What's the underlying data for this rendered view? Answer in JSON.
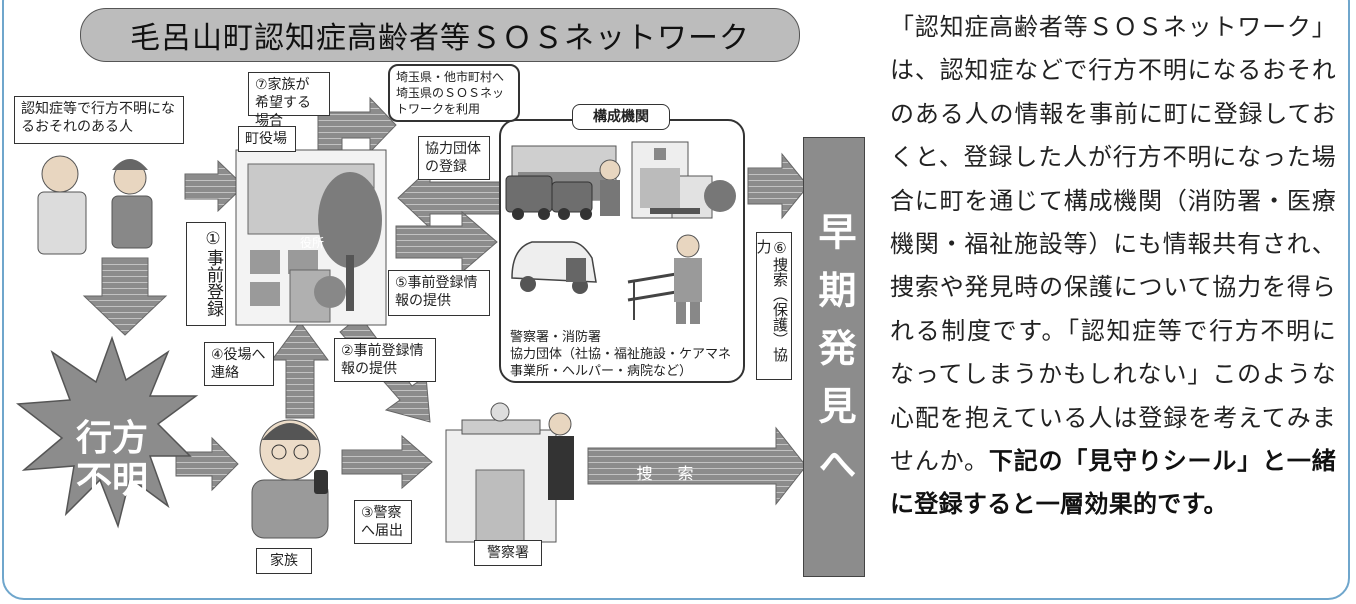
{
  "title": "毛呂山町認知症高齢者等ＳＯＳネットワーク",
  "labels": {
    "target_person": "認知症等で行方不明になるおそれのある人",
    "town_hall": "町役場",
    "step1": "①事前登録",
    "step7": "⑦家族が希望する場合",
    "saitama": "埼玉県・他市町村へ埼玉県のＳＯＳネットワークを利用",
    "coop_register": "協力団体の登録",
    "step5": "⑤事前登録情報の提供",
    "member_orgs": "構成機関",
    "member_orgs_list": "警察署・消防署\n協力団体（社協・福祉施設・ケアマネ事業所・ヘルパー・病院など）",
    "step6": "⑥捜索（保護）協力",
    "step4": "④役場へ連絡",
    "step2": "②事前登録情報の提供",
    "missing": "行方不明",
    "step3": "③警察へ届出",
    "family": "家族",
    "police": "警察署",
    "search": "捜 索",
    "early_discovery": "早期発見へ",
    "town_sign": "役所"
  },
  "description_text": "「認知症高齢者等ＳＯＳネットワーク」は、認知症などで行方不明になるおそれのある人の情報を事前に町に登録しておくと、登録した人が行方不明になった場合に町を通じて構成機関（消防署・医療機関・福祉施設等）にも情報共有され、捜索や発見時の保護について協力を得られる制度です。「認知症等で行方不明になってしまうかもしれない」このような心配を抱えている人は登録を考えてみませんか。",
  "description_emphasis": "下記の「見守りシール」と一緒に登録すると一層効果的です。",
  "colors": {
    "frame": "#6fa6cc",
    "arrow": "#8c8c8c",
    "title_bg": "#bcbcbc"
  }
}
